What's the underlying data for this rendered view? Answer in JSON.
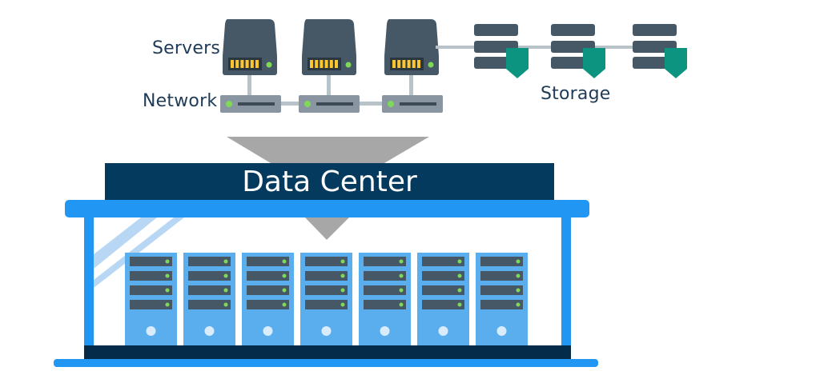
{
  "labels": {
    "servers": "Servers",
    "network": "Network",
    "storage": "Storage",
    "data_center": "Data Center"
  },
  "colors": {
    "server_body": "#465866",
    "server_slot": "#ffc52c",
    "led_green": "#7ed957",
    "switch_body": "#8996a1",
    "connector": "#b7c2c9",
    "storage_disk": "#465866",
    "storage_shield": "#0d9481",
    "funnel": "#a7a7a7",
    "banner": "#033a5e",
    "building_blue": "#2196f3",
    "rack_blue": "#5aaeee",
    "floor_dark": "#042c4a"
  },
  "icons": {
    "server": "server-icon",
    "switch": "network-switch-icon",
    "storage": "storage-shield-icon",
    "rack": "server-rack-icon"
  },
  "counts": {
    "servers": 3,
    "switches": 3,
    "storage_units": 3,
    "racks": 7
  }
}
